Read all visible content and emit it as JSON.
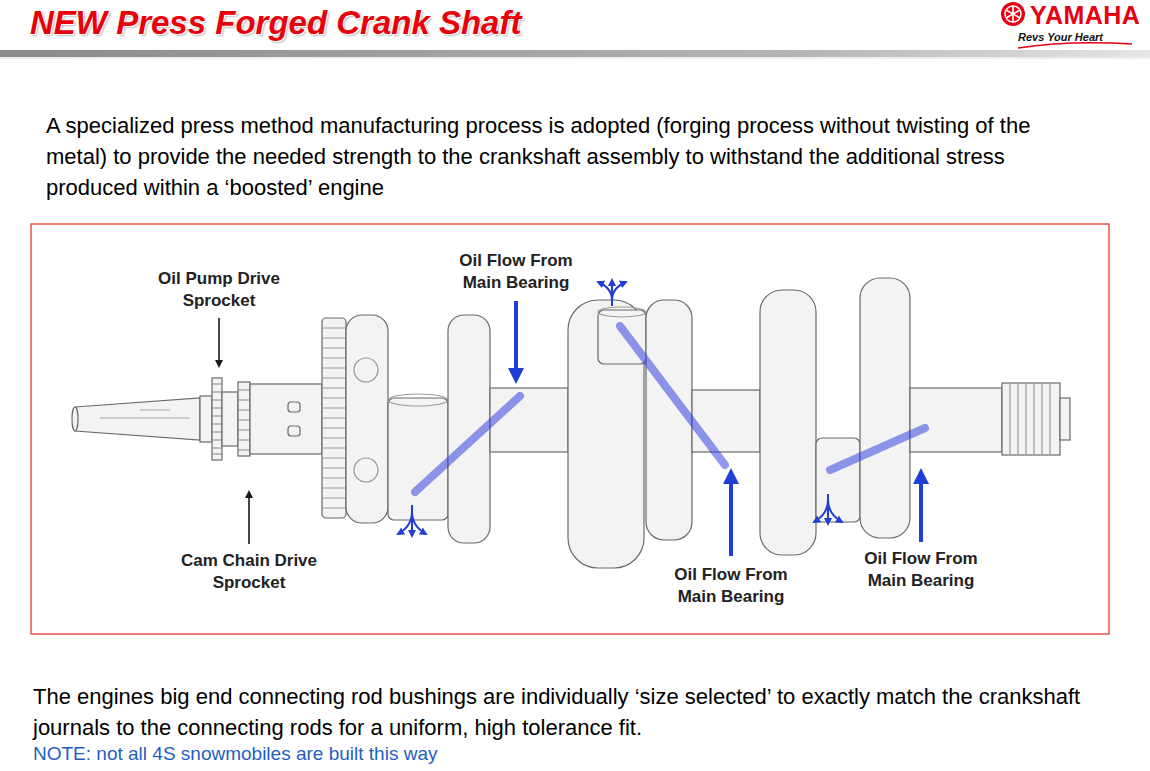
{
  "diagram": {
    "title": "NEW Press Forged Crank Shaft",
    "labels": [
      "A specialized press method manufacturing process is adopted (forging process without twisting of the metal) to provide the needed strength to the crankshaft assembly to withstand the additional stress produced within a ‘boosted’ engine",
      "Oil Pump Drive Sprocket",
      "Oil Flow From Main Bearing",
      "Cam Chain Drive Sprocket",
      "Oil Flow From Main Bearing",
      "Oil Flow From Main Bearing",
      "The engines big end connecting rod bushings are individually ‘size selected’ to exactly match the crankshaft journals to the connecting rods for a uniform, high tolerance fit.",
      "NOTE: not all 4S snowmobiles are built this way",
      "YAMAHA",
      "Revs Your Heart"
    ]
  }
}
